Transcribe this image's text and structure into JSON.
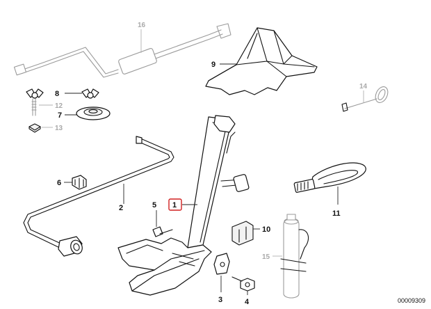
{
  "callouts": {
    "c1": "1",
    "c2": "2",
    "c3": "3",
    "c4": "4",
    "c5": "5",
    "c6": "6",
    "c7": "7",
    "c8": "8",
    "c9": "9",
    "c10": "10",
    "c11": "11",
    "c12": "12",
    "c13": "13",
    "c14": "14",
    "c15": "15",
    "c16": "16"
  },
  "diagram_code": "00009309",
  "highlighted_callout": "1",
  "colors": {
    "highlight": "#d12020",
    "inactive_part": "#a9a9a9",
    "ink": "#111111"
  }
}
